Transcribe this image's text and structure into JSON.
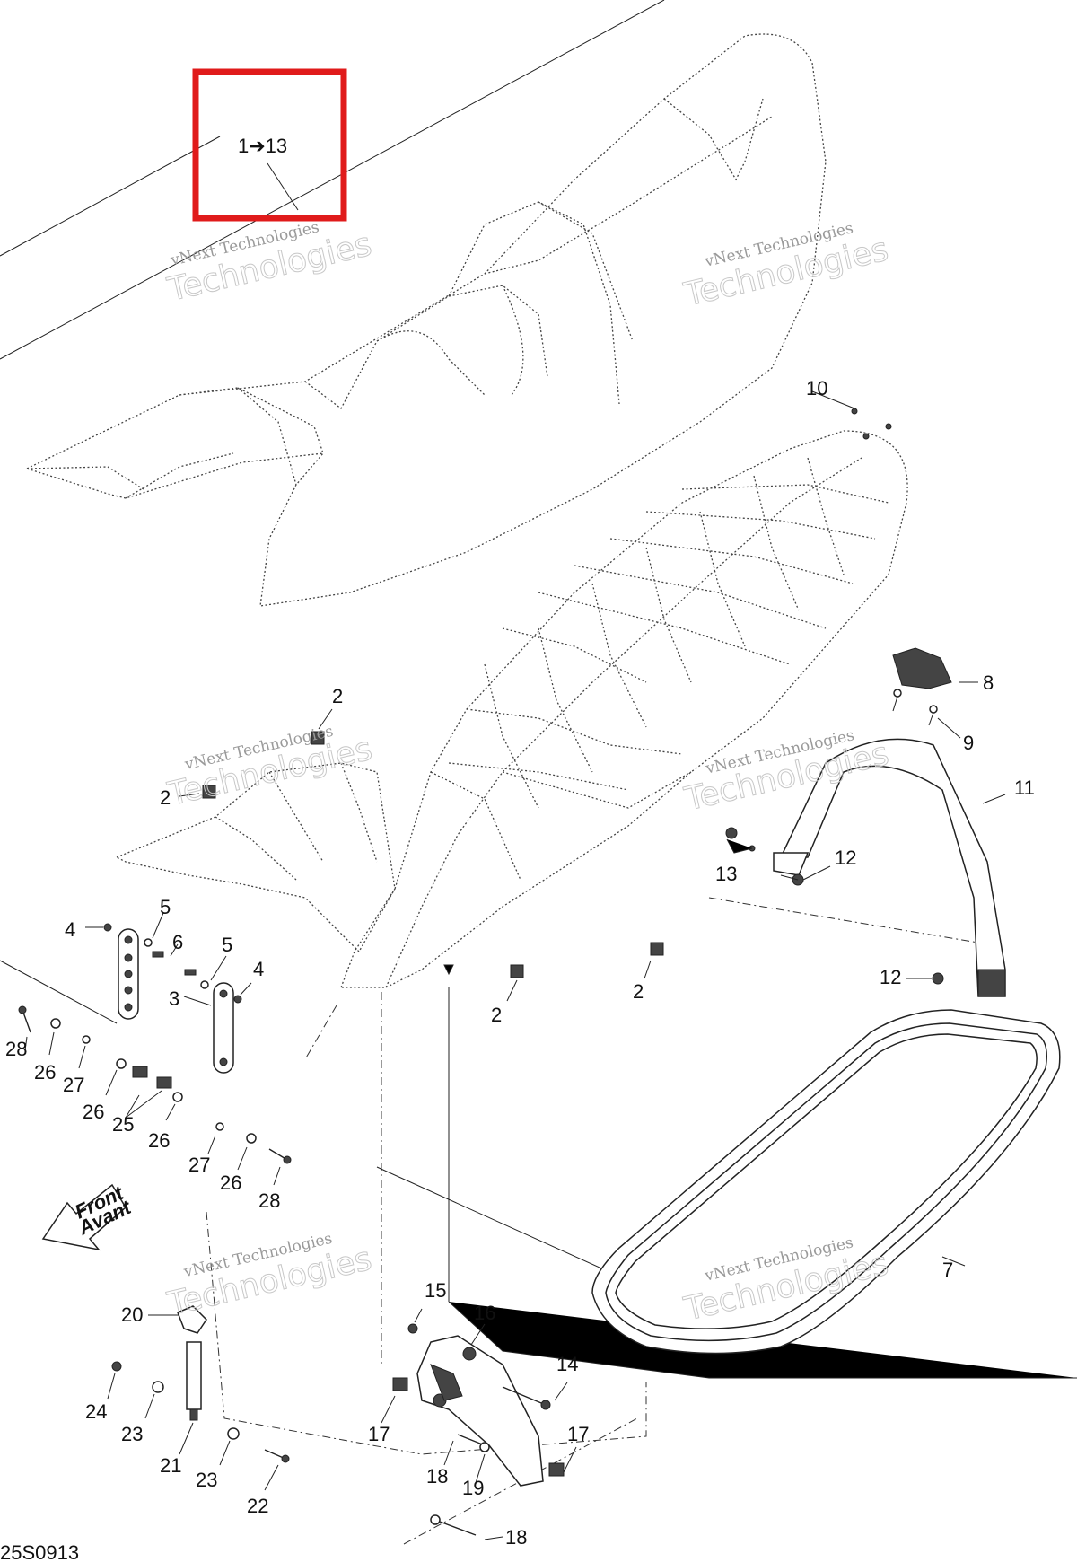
{
  "range_callout": "1➔13",
  "highlight_color": "#e01b1b",
  "drawing_code": "25S0913",
  "direction_arrow": {
    "line1": "Front",
    "line2": "Avant"
  },
  "watermark": {
    "line1": "vNext Technologies",
    "line2": "Technologies"
  },
  "callouts": {
    "c10": "10",
    "c8": "8",
    "c9": "9",
    "c11": "11",
    "c12a": "12",
    "c13": "13",
    "c12b": "12",
    "c2a": "2",
    "c2b": "2",
    "c2c": "2",
    "c2d": "2",
    "c4a": "4",
    "c5a": "5",
    "c6": "6",
    "c5b": "5",
    "c4b": "4",
    "c3": "3",
    "c28a": "28",
    "c26a": "26",
    "c27a": "27",
    "c26b": "26",
    "c25": "25",
    "c26c": "26",
    "c27b": "27",
    "c26d": "26",
    "c28b": "28",
    "c7": "7",
    "c15": "15",
    "c16": "16",
    "c14": "14",
    "c17a": "17",
    "c17b": "17",
    "c18a": "18",
    "c19": "19",
    "c18b": "18",
    "c20": "20",
    "c24": "24",
    "c23a": "23",
    "c21": "21",
    "c23b": "23",
    "c22": "22"
  }
}
